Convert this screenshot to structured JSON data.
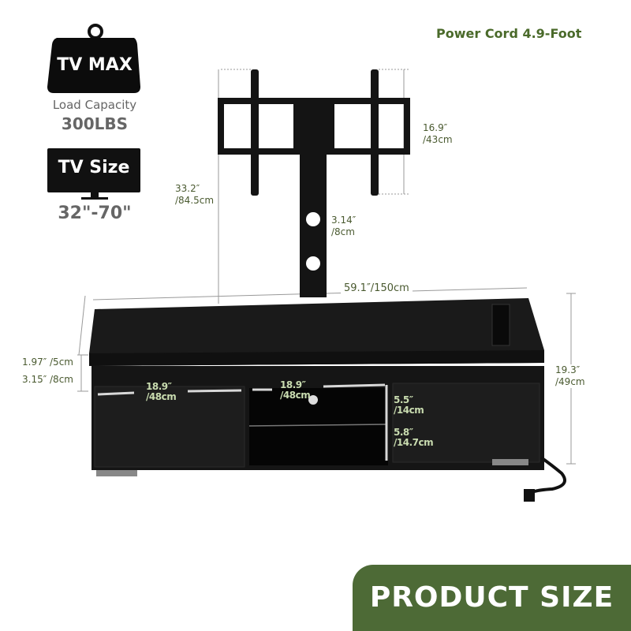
{
  "badges": {
    "load_title": "TV MAX",
    "load_label": "Load Capacity",
    "load_value": "300LBS",
    "size_title": "TV Size",
    "size_value": "32\"-70\""
  },
  "power_cord": "Power Cord 4.9-Foot",
  "dimensions": {
    "bracket_height": "16.9″\n/43cm",
    "mount_height": "33.2″\n/84.5cm",
    "pole_width": "3.14″\n/8cm",
    "total_width": "59.1″/150cm",
    "top_thickness": "1.97″ /5cm",
    "gap": "3.15″ /8cm",
    "left_cabinet": "18.9″\n/48cm",
    "center_cabinet": "18.9″\n/48cm",
    "shelf_upper": "5.5″\n/14cm",
    "shelf_lower": "5.8″\n/14.7cm",
    "total_height": "19.3″\n/49cm"
  },
  "banner": {
    "label": "PRODUCT SIZE",
    "color": "#4d6a36"
  },
  "colors": {
    "accent_text": "#4a6a2a",
    "furniture": "#161616"
  }
}
